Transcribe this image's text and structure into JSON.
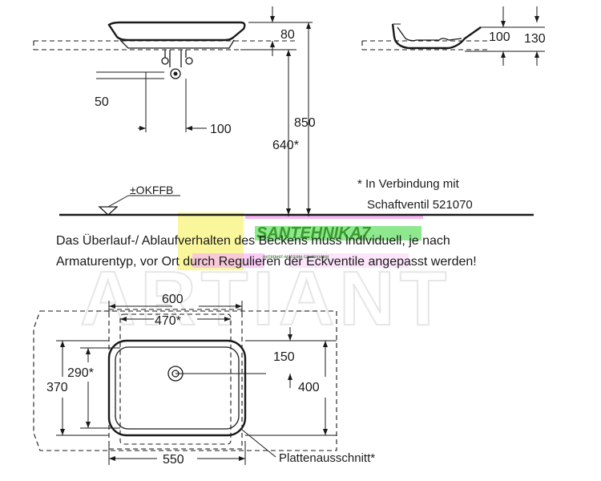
{
  "dimensions": {
    "top_height": "80",
    "side_height_100": "100",
    "side_height_130": "130",
    "drain_offset_50": "50",
    "drain_offset_100": "100",
    "total_height_850": "850",
    "height_640": "640*",
    "width_600": "600",
    "width_470": "470*",
    "depth_150": "150",
    "depth_400": "400",
    "depth_290": "290*",
    "depth_370": "370",
    "width_550": "550"
  },
  "labels": {
    "okffb": "±OKFFB",
    "note_line1": "* In Verbindung mit",
    "note_line2": "Schaftventil 521070",
    "text_line1": "Das Überlauf-/ Ablaufverhalten des Beckens muss individuell, je nach",
    "text_line2": "Armaturentyp, vor Ort durch Regulieren der Eckventile angepasst werden!",
    "cutout": "Plattenausschnitt*"
  },
  "watermark": {
    "text": "ARTIANT",
    "logo": "SANTEHNIKA7",
    "logo_sub": "интернет-магазин сантехники"
  },
  "colors": {
    "line": "#1a1a1a",
    "watermark": "#e6e6e6",
    "logo_green": "#3a9a2c",
    "highlight_yellow": "#f5f04a",
    "highlight_pink": "#f07be8",
    "highlight_green": "#33d633"
  }
}
